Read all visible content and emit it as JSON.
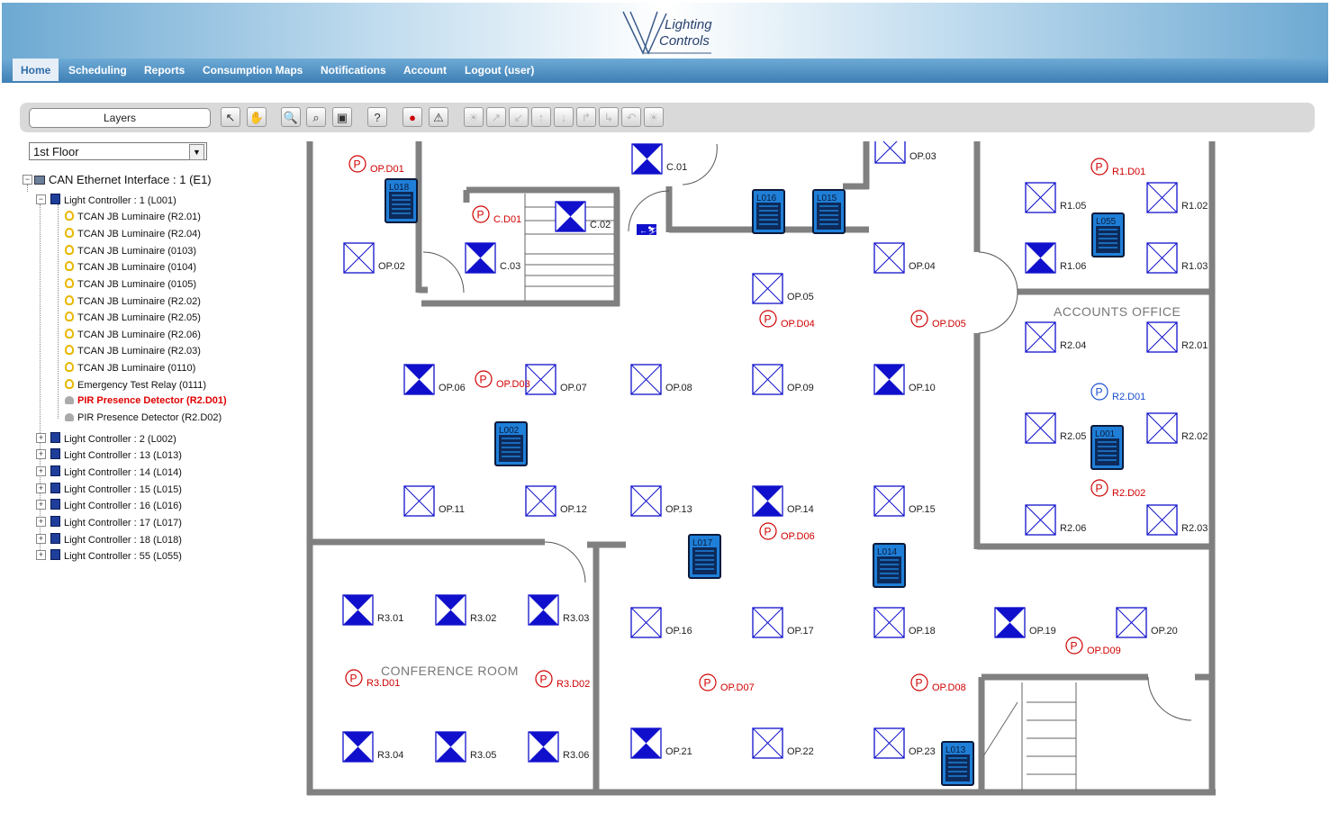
{
  "header": {
    "logo_line1": "Lighting",
    "logo_line2": "Controls"
  },
  "nav": {
    "items": [
      {
        "label": "Home"
      },
      {
        "label": "Scheduling"
      },
      {
        "label": "Reports"
      },
      {
        "label": "Consumption Maps"
      },
      {
        "label": "Notifications"
      },
      {
        "label": "Account"
      },
      {
        "label": "Logout (user)"
      }
    ]
  },
  "toolbar": {
    "layers_label": "Layers",
    "tools": [
      "select-icon",
      "hand-icon",
      "zoom-icon",
      "zoom-area-icon",
      "fit-icon",
      "help-icon",
      "traffic-light-icon",
      "warning-icon",
      "bulb-icon",
      "arrow-ne-icon",
      "arrow-sw-icon",
      "arrow-up-icon",
      "arrow-down-icon",
      "arrow-corner-icon",
      "arrow-corner-down-icon",
      "arrow-bend-icon",
      "bulb-tool-icon"
    ]
  },
  "floor_select": {
    "value": "1st Floor"
  },
  "tree": {
    "root": "CAN Ethernet Interface : 1 (E1)",
    "controller1": "Light Controller : 1 (L001)",
    "children": [
      "TCAN JB Luminaire (R2.01)",
      "TCAN JB Luminaire (R2.04)",
      "TCAN JB Luminaire (0103)",
      "TCAN JB Luminaire (0104)",
      "TCAN JB Luminaire (0105)",
      "TCAN JB Luminaire (R2.02)",
      "TCAN JB Luminaire (R2.05)",
      "TCAN JB Luminaire (R2.06)",
      "TCAN JB Luminaire (R2.03)",
      "TCAN JB Luminaire (0110)",
      "Emergency Test Relay (0111)",
      "PIR Presence Detector (R2.D01)",
      "PIR Presence Detector (R2.D02)"
    ],
    "controllers": [
      "Light Controller : 2 (L002)",
      "Light Controller : 13 (L013)",
      "Light Controller : 14 (L014)",
      "Light Controller : 15 (L015)",
      "Light Controller : 16 (L016)",
      "Light Controller : 17 (L017)",
      "Light Controller : 18 (L018)",
      "Light Controller : 55 (L055)"
    ]
  },
  "map": {
    "rooms": {
      "accounts": "ACCOUNTS OFFICE",
      "conference": "CONFERENCE ROOM"
    },
    "fixture_labels": [
      "OP.03",
      "C.01",
      "C.02",
      "C.03",
      "OP.02",
      "OP.04",
      "OP.05",
      "OP.06",
      "OP.07",
      "OP.08",
      "OP.09",
      "OP.10",
      "OP.11",
      "OP.12",
      "OP.13",
      "OP.14",
      "OP.15",
      "OP.16",
      "OP.17",
      "OP.18",
      "OP.19",
      "OP.20",
      "OP.21",
      "OP.22",
      "OP.23",
      "R1.05",
      "R1.02",
      "R1.06",
      "R1.03",
      "R2.04",
      "R2.01",
      "R2.05",
      "R2.02",
      "R2.06",
      "R2.03",
      "R3.01",
      "R3.02",
      "R3.03",
      "R3.04",
      "R3.05",
      "R3.06"
    ],
    "pir_labels": [
      "OP.D01",
      "C.D01",
      "OP.D04",
      "OP.D05",
      "OP.D03",
      "OP.D06",
      "R1.D01",
      "R2.D01",
      "R2.D02",
      "R3.D01",
      "R3.D02",
      "OP.D07",
      "OP.D08",
      "OP.D09"
    ],
    "pir_symbol": "P",
    "exit_label": "←⛷",
    "controller_labels": [
      "L018",
      "L016",
      "L015",
      "L055",
      "L002",
      "L001",
      "L017",
      "L014",
      "L013"
    ],
    "colors": {
      "wall": "#808080",
      "fixture": "#1010cc",
      "pir_red": "#d00000",
      "pir_blue": "#1a4fd0",
      "controller": "#1f7fd8"
    }
  }
}
